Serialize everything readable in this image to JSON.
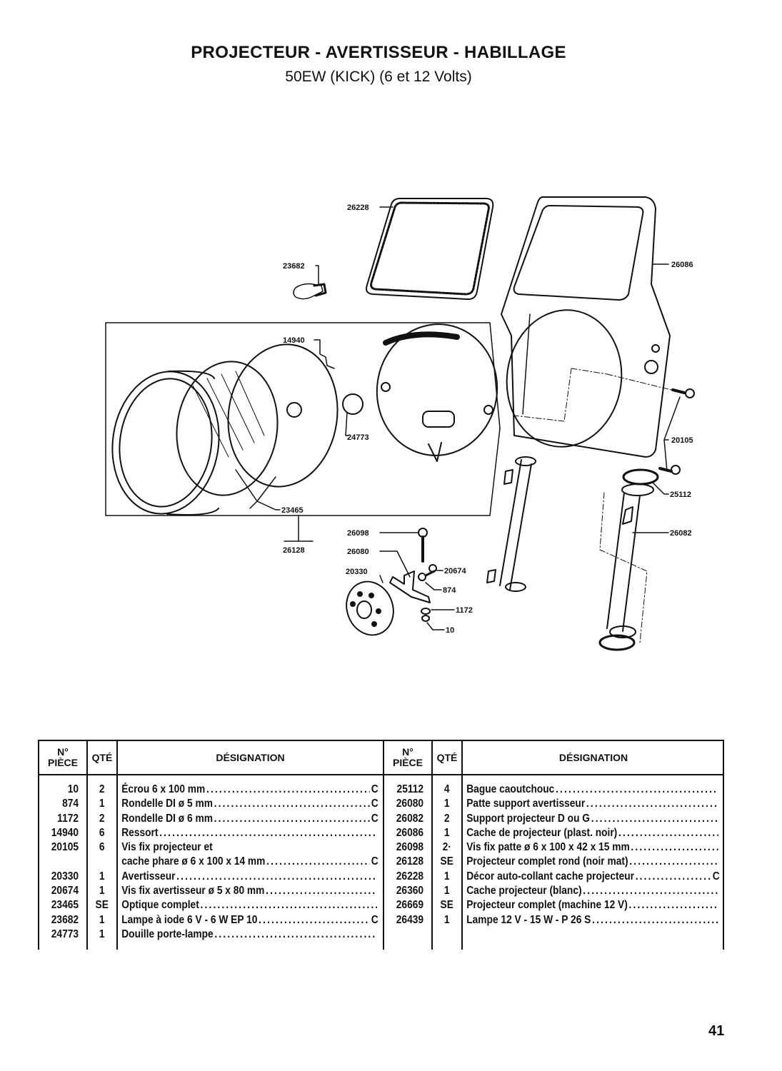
{
  "title": "PROJECTEUR - AVERTISSEUR - HABILLAGE",
  "subtitle": "50EW (KICK) (6 et 12 Volts)",
  "diagram": {
    "callouts": {
      "c26228": "26228",
      "c23682": "23682",
      "c26086": "26086",
      "c14940": "14940",
      "c24773": "24773",
      "c20105": "20105",
      "c25112": "25112",
      "c23465": "23465",
      "c26082": "26082",
      "c26128": "26128",
      "c26098": "26098",
      "c26080": "26080",
      "c20330": "20330",
      "c20674": "20674",
      "c874": "874",
      "c1172": "1172",
      "c10": "10"
    }
  },
  "table": {
    "headers": {
      "num_line1": "N°",
      "num_line2": "PIÈCE",
      "qty": "QTÉ",
      "designation": "DÉSIGNATION"
    },
    "left_rows": [
      {
        "num": "10",
        "qty": "2",
        "lines": [
          "Écrou 6 x 100 mm"
        ],
        "suffix": "C"
      },
      {
        "num": "874",
        "qty": "1",
        "lines": [
          "Rondelle DI ø 5 mm"
        ],
        "suffix": "C"
      },
      {
        "num": "1172",
        "qty": "2",
        "lines": [
          "Rondelle DI ø 6 mm"
        ],
        "suffix": "C"
      },
      {
        "num": "14940",
        "qty": "6",
        "lines": [
          "Ressort"
        ],
        "suffix": ""
      },
      {
        "num": "20105",
        "qty": "6",
        "lines": [
          "Vis fix projecteur et",
          "cache phare ø 6 x 100 x 14 mm"
        ],
        "suffix": "C"
      },
      {
        "num": "20330",
        "qty": "1",
        "lines": [
          "Avertisseur"
        ],
        "suffix": ""
      },
      {
        "num": "20674",
        "qty": "1",
        "lines": [
          "Vis fix avertisseur ø 5 x 80 mm"
        ],
        "suffix": ""
      },
      {
        "num": "23465",
        "qty": "SE",
        "lines": [
          "Optique complet"
        ],
        "suffix": ""
      },
      {
        "num": "23682",
        "qty": "1",
        "lines": [
          "Lampe à iode 6 V - 6 W EP 10"
        ],
        "suffix": "C"
      },
      {
        "num": "24773",
        "qty": "1",
        "lines": [
          "Douille porte-lampe"
        ],
        "suffix": ""
      }
    ],
    "right_rows": [
      {
        "num": "25112",
        "qty": "4",
        "lines": [
          "Bague caoutchouc"
        ],
        "suffix": ""
      },
      {
        "num": "26080",
        "qty": "1",
        "lines": [
          "Patte support avertisseur"
        ],
        "suffix": ""
      },
      {
        "num": "26082",
        "qty": "2",
        "lines": [
          "Support projecteur D ou G"
        ],
        "suffix": ""
      },
      {
        "num": "26086",
        "qty": "1",
        "lines": [
          "Cache de projecteur (plast. noir)"
        ],
        "suffix": ""
      },
      {
        "num": "26098",
        "qty": "2·",
        "lines": [
          "Vis fix patte ø 6 x 100 x 42 x 15 mm"
        ],
        "suffix": ""
      },
      {
        "num": "26128",
        "qty": "SE",
        "lines": [
          "Projecteur complet rond (noir mat)"
        ],
        "suffix": ""
      },
      {
        "num": "26228",
        "qty": "1",
        "lines": [
          "Décor auto-collant cache projecteur"
        ],
        "suffix": "C"
      },
      {
        "num": "26360",
        "qty": "1",
        "lines": [
          "Cache projecteur (blanc)"
        ],
        "suffix": ""
      },
      {
        "num": "26669",
        "qty": "SE",
        "lines": [
          "Projecteur complet (machine 12 V)"
        ],
        "suffix": ""
      },
      {
        "num": "26439",
        "qty": "1",
        "lines": [
          "Lampe 12 V - 15 W - P 26 S"
        ],
        "suffix": ""
      }
    ]
  },
  "page_number": "41"
}
